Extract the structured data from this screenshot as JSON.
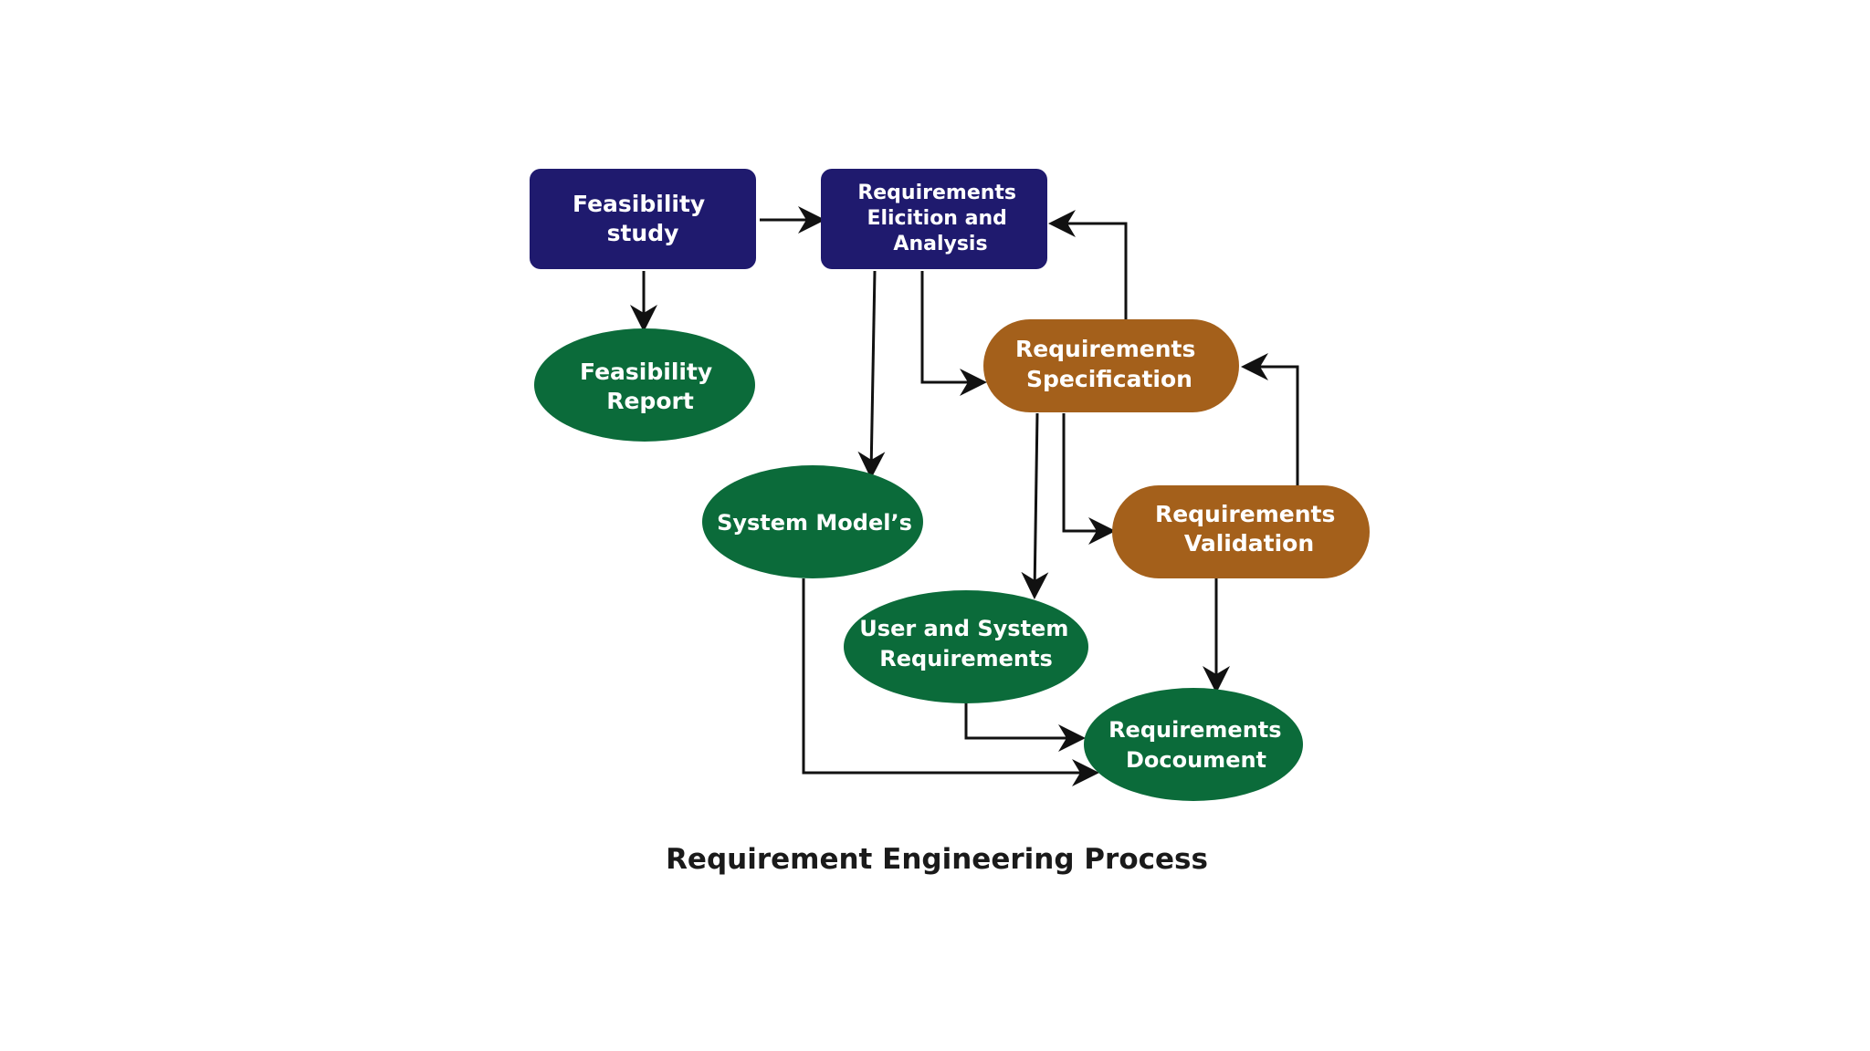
{
  "colors": {
    "process_box": "#1f1a6e",
    "deliverable_ellipse": "#0b6b3a",
    "req_pill": "#a4601b",
    "arrow": "#111111",
    "caption": "#1a1a1a",
    "background": "#ffffff"
  },
  "nodes": {
    "feasibility_study": {
      "lines": [
        "Feasibility",
        "study"
      ]
    },
    "elicitation": {
      "lines": [
        "Requirements",
        "Elicition and",
        "Analysis"
      ]
    },
    "feasibility_report": {
      "lines": [
        "Feasibility",
        "Report"
      ]
    },
    "specification": {
      "lines": [
        "Requirements",
        "Specification"
      ]
    },
    "system_models": {
      "lines": [
        "System Model’s"
      ]
    },
    "validation": {
      "lines": [
        "Requirements",
        "Validation"
      ]
    },
    "user_system_req": {
      "lines": [
        "User and System",
        "Requirements"
      ]
    },
    "req_document": {
      "lines": [
        "Requirements",
        "Docoument"
      ]
    }
  },
  "caption": "Requirement Engineering Process"
}
